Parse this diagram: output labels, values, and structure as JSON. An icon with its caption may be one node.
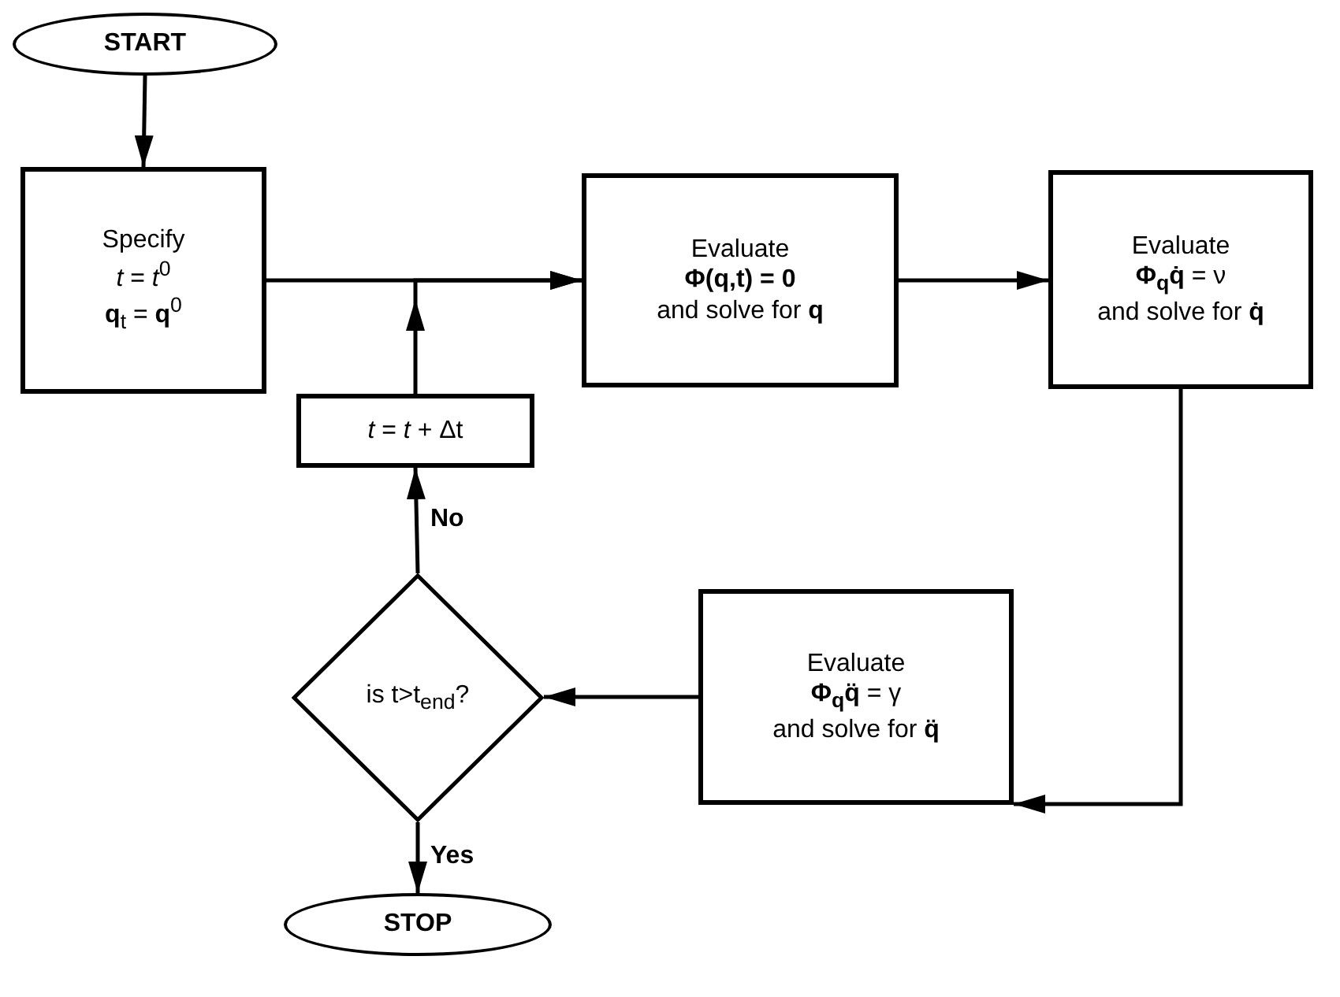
{
  "diagram": {
    "nodes": [
      {
        "text": [
          "START"
        ]
      },
      {
        "text": [
          "Specify",
          "*t* = *t*$^{0}$",
          "**q**$_{t}$ = **q**$^{0}$"
        ]
      },
      {
        "text": [
          "Evaluate",
          "**Φ(q,t) = 0**",
          "and solve for **q**"
        ]
      },
      {
        "text": [
          "Evaluate",
          "**Φ$_{q}$q̇** = ν",
          "and solve for **q̇**"
        ]
      },
      {
        "text": [
          "*t* = *t* + Δt"
        ]
      },
      {
        "text": [
          "is t>t$_{end}$?"
        ]
      },
      {
        "text": [
          "Evaluate",
          "**Φ$_{q}$q̈** = γ",
          "and solve for **q̈**"
        ]
      },
      {
        "text": [
          "STOP"
        ]
      }
    ],
    "edges": [
      {
        "from": 0,
        "to": 1,
        "arrow": "to"
      },
      {
        "from": 1,
        "to": 2,
        "arrow": "to"
      },
      {
        "from": 4,
        "to": 2,
        "arrow": "to"
      },
      {
        "from": 2,
        "to": 3,
        "arrow": "to"
      },
      {
        "from": 3,
        "to": 6,
        "arrow": "to"
      },
      {
        "from": 6,
        "to": 5,
        "arrow": "to"
      },
      {
        "from": 5,
        "to": 4,
        "arrow": "to",
        "label": "No"
      },
      {
        "from": 5,
        "to": 7,
        "arrow": "to",
        "label": "Yes"
      }
    ]
  }
}
